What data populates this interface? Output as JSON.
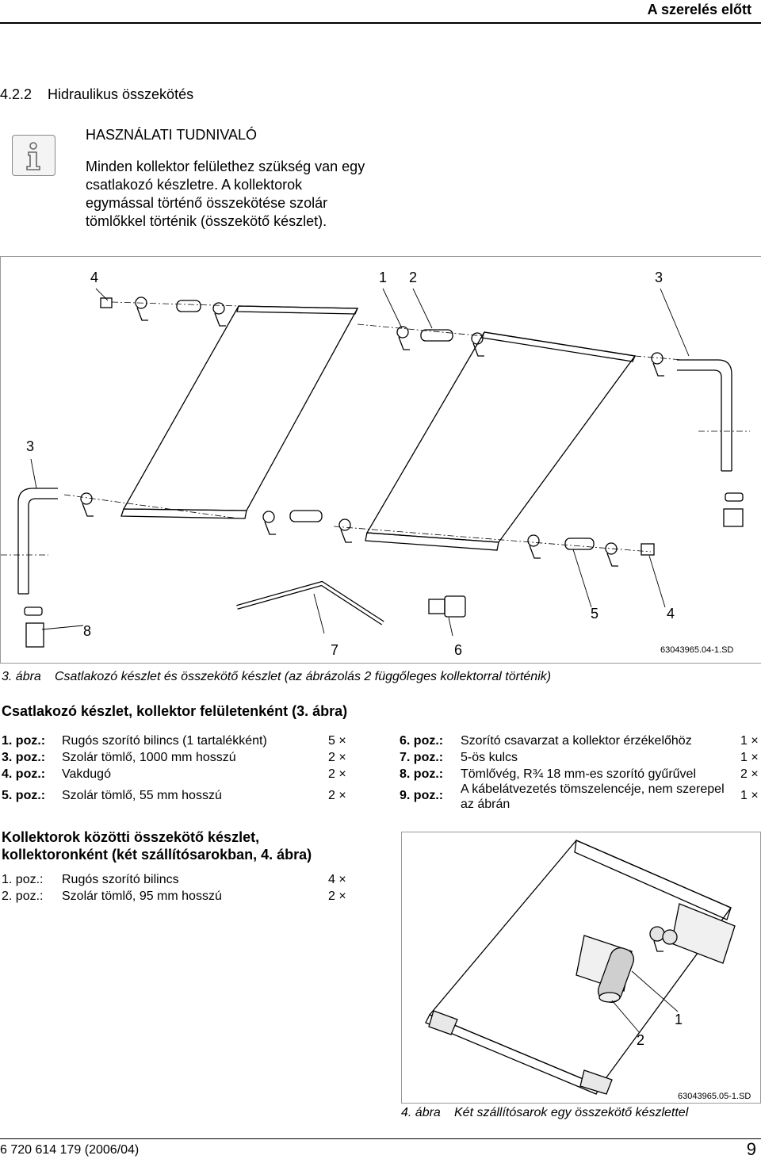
{
  "header": {
    "title": "A szerelés előtt"
  },
  "section": {
    "number": "4.2.2",
    "title": "Hidraulikus összekötés"
  },
  "note": {
    "icon": "info-icon",
    "heading": "HASZNÁLATI TUDNIVALÓ",
    "text": "Minden kollektor felülethez szükség van egy csatlakozó készletre. A kollektorok egymással történő összekötése szolár tömlőkkel történik (összekötő készlet)."
  },
  "figure3": {
    "callouts": {
      "c4a": "4",
      "c1": "1",
      "c2": "2",
      "c3a": "3",
      "c3b": "3",
      "c8": "8",
      "c7": "7",
      "c6": "6",
      "c5": "5",
      "c4b": "4"
    },
    "code": "63043965.04-1.SD",
    "caption_label": "3. ábra",
    "caption": "Csatlakozó készlet és összekötő készlet (az ábrázolás 2 függőleges kollektorral történik)"
  },
  "kit1": {
    "heading": "Csatlakozó készlet, kollektor felületenként (3. ábra)",
    "left": [
      {
        "pos": "1. poz.:",
        "desc": "Rugós szorító bilincs (1 tartalékként)",
        "qty": "5 ×"
      },
      {
        "pos": "3. poz.:",
        "desc": "Szolár tömlő, 1000 mm hosszú",
        "qty": "2 ×"
      },
      {
        "pos": "4. poz.:",
        "desc": "Vakdugó",
        "qty": "2 ×"
      },
      {
        "pos": "5. poz.:",
        "desc": "Szolár tömlő, 55 mm hosszú",
        "qty": "2 ×"
      }
    ],
    "right": [
      {
        "pos": "6. poz.:",
        "desc": "Szorító csavarzat a kollektor érzékelőhöz",
        "qty": "1 ×"
      },
      {
        "pos": "7. poz.:",
        "desc": "5-ös kulcs",
        "qty": "1 ×"
      },
      {
        "pos": "8. poz.:",
        "desc": "Tömlővég, R¾ 18 mm-es szorító gyűrűvel",
        "qty": "2 ×"
      },
      {
        "pos": "9. poz.:",
        "desc": "A kábelátvezetés tömszelencéje, nem szerepel az ábrán",
        "qty": "1 ×"
      }
    ]
  },
  "kit2": {
    "heading_line1": "Kollektorok közötti összekötő készlet,",
    "heading_line2": "kollektoronként (két szállítósarokban, 4. ábra)",
    "rows": [
      {
        "pos": "1. poz.:",
        "desc": "Rugós szorító bilincs",
        "qty": "4 ×"
      },
      {
        "pos": "2. poz.:",
        "desc": "Szolár tömlő, 95 mm hosszú",
        "qty": "2 ×"
      }
    ]
  },
  "figure4": {
    "callouts": {
      "c1": "1",
      "c2": "2"
    },
    "code": "63043965.05-1.SD",
    "caption_label": "4. ábra",
    "caption": "Két szállítósarok egy összekötő készlettel"
  },
  "footer": {
    "doc": "6 720 614 179 (2006/04)",
    "page": "9"
  }
}
